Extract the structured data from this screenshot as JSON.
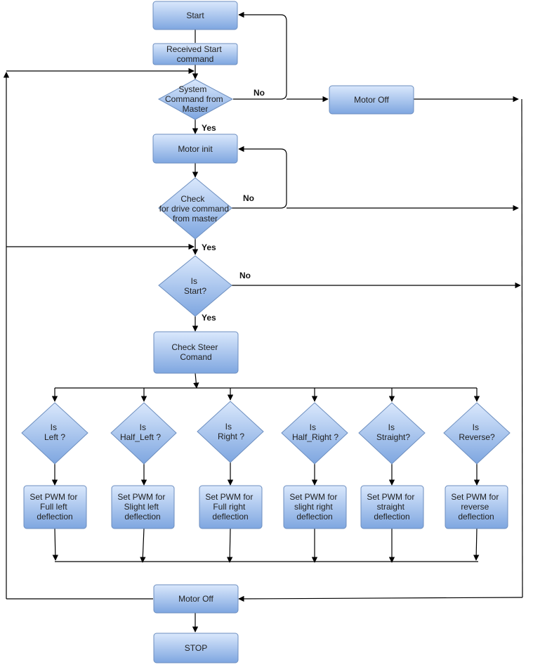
{
  "nodes": {
    "start": [
      "Start"
    ],
    "received": [
      "Received Start",
      "command"
    ],
    "system_cmd": [
      "System",
      "Command from",
      "Master"
    ],
    "motor_off_top": [
      "Motor Off"
    ],
    "motor_init": [
      "Motor init"
    ],
    "check_drive": [
      "Check",
      "for drive command",
      "from master"
    ],
    "is_start": [
      "Is",
      "Start?"
    ],
    "check_steer": [
      "Check Steer",
      "Comand"
    ],
    "is_left": [
      "Is",
      "Left ?"
    ],
    "is_half_left": [
      "Is",
      "Half_Left ?"
    ],
    "is_right": [
      "Is",
      "Right ?"
    ],
    "is_half_right": [
      "Is",
      "Half_Right ?"
    ],
    "is_straight": [
      "Is",
      "Straight?"
    ],
    "is_reverse": [
      "Is",
      "Reverse?"
    ],
    "pwm_left": [
      "Set PWM for",
      "Full left",
      "deflection"
    ],
    "pwm_half_left": [
      "Set PWM for",
      "Slight left",
      "deflection"
    ],
    "pwm_right": [
      "Set PWM for",
      "Full right",
      "deflection"
    ],
    "pwm_half_right": [
      "Set PWM for",
      "slight right",
      "deflection"
    ],
    "pwm_straight": [
      "Set PWM for",
      "straight",
      "deflection"
    ],
    "pwm_reverse": [
      "Set PWM for",
      "reverse",
      "deflection"
    ],
    "motor_off_bottom": [
      "Motor Off"
    ],
    "stop": [
      "STOP"
    ]
  },
  "edge_labels": {
    "no_system": "No",
    "yes_system": "Yes",
    "no_drive": "No",
    "yes_drive": "Yes",
    "no_start": "No",
    "yes_start": "Yes"
  },
  "colors": {
    "fill_top": "#dae8fc",
    "fill_bottom": "#7ea6e0",
    "stroke": "#6c8ebf",
    "line": "#000000"
  }
}
